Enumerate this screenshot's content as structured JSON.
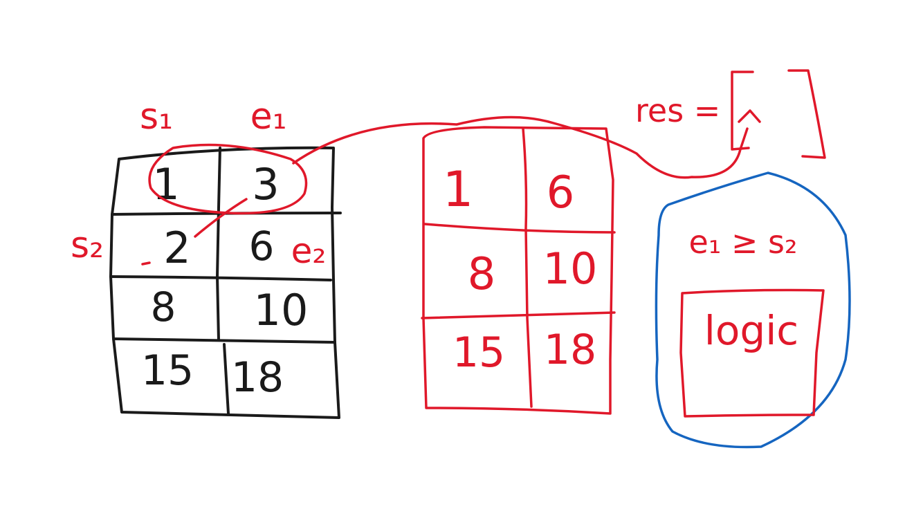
{
  "colors": {
    "black_ink": "#1a1a1a",
    "red_ink": "#e0182a",
    "blue_ink": "#1565c0",
    "background": "#ffffff"
  },
  "input_table": {
    "rows": [
      [
        "1",
        "3"
      ],
      [
        "2",
        "6"
      ],
      [
        "8",
        "10"
      ],
      [
        "15",
        "18"
      ]
    ],
    "labels": {
      "s1": "s₁",
      "e1": "e₁",
      "s2": "s₂",
      "e2": "e₂"
    }
  },
  "output_table": {
    "rows": [
      [
        "1",
        "6"
      ],
      [
        "8",
        "10"
      ],
      [
        "15",
        "18"
      ]
    ]
  },
  "result": {
    "label": "res =",
    "bracket_open": "[",
    "bracket_close": "]"
  },
  "logic_box": {
    "condition": "e₁ ≥ s₂",
    "inner_label": "logic"
  }
}
